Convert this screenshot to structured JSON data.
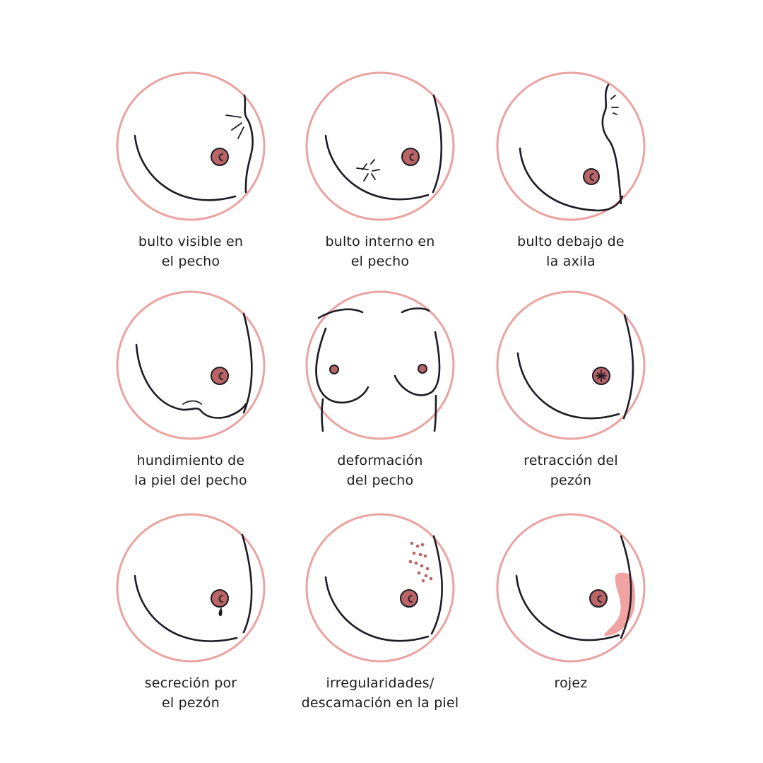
{
  "colors": {
    "ring": "#eaa3a1",
    "ink": "#1d1b24",
    "nipple": "#b96566",
    "dots": "#b96566",
    "redness": "#f1a3a3"
  },
  "items": [
    {
      "line1": "bulto visible en",
      "line2": "el pecho",
      "icon": "visible-lump-breast-icon"
    },
    {
      "line1": "bulto interno en",
      "line2": "el pecho",
      "icon": "internal-lump-breast-icon"
    },
    {
      "line1": "bulto debajo de",
      "line2": "la axila",
      "icon": "armpit-lump-breast-icon"
    },
    {
      "line1": "hundimiento de",
      "line2": "la piel del pecho",
      "icon": "skin-dimpling-breast-icon"
    },
    {
      "line1": "deformación",
      "line2": "del pecho",
      "icon": "breast-deformation-icon"
    },
    {
      "line1": "retracción del",
      "line2": "pezón",
      "icon": "nipple-retraction-icon"
    },
    {
      "line1": "secreción por",
      "line2": "el pezón",
      "icon": "nipple-discharge-icon"
    },
    {
      "line1": "irregularidades/",
      "line2": "descamación en la piel",
      "icon": "skin-irregularities-icon"
    },
    {
      "line1": "rojez",
      "line2": "",
      "icon": "redness-breast-icon"
    }
  ]
}
